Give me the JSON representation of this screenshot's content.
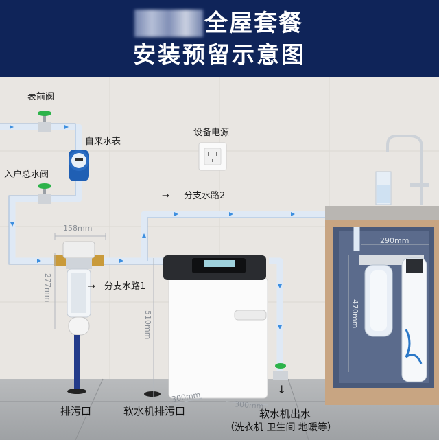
{
  "header": {
    "title_line1": "全屋套餐",
    "title_line2": "安装预留示意图"
  },
  "labels": {
    "front_valve": "表前阀",
    "water_meter": "自来水表",
    "main_valve": "入户总水阀",
    "power_outlet": "设备电源",
    "branch2": "分支水路2",
    "branch1": "分支水路1",
    "drain": "排污口",
    "softener_drain": "软水机排污口",
    "softener_outlet": "软水机出水",
    "softener_outlet_uses": "（洗衣机  卫生间  地暖等）"
  },
  "dimensions": {
    "prefilter_width": "158mm",
    "prefilter_height": "277mm",
    "softener_height": "510mm",
    "softener_width": "300mm",
    "softener_depth": "300mm",
    "purifier_width": "290mm",
    "purifier_height": "470mm"
  },
  "arrows": {
    "right": "→",
    "down": "↓"
  },
  "colors": {
    "header_bg": "#0f2459",
    "pipe": "#dfe9f5",
    "pipe_arrow": "#3d8fe0",
    "valve": "#2db34a"
  }
}
